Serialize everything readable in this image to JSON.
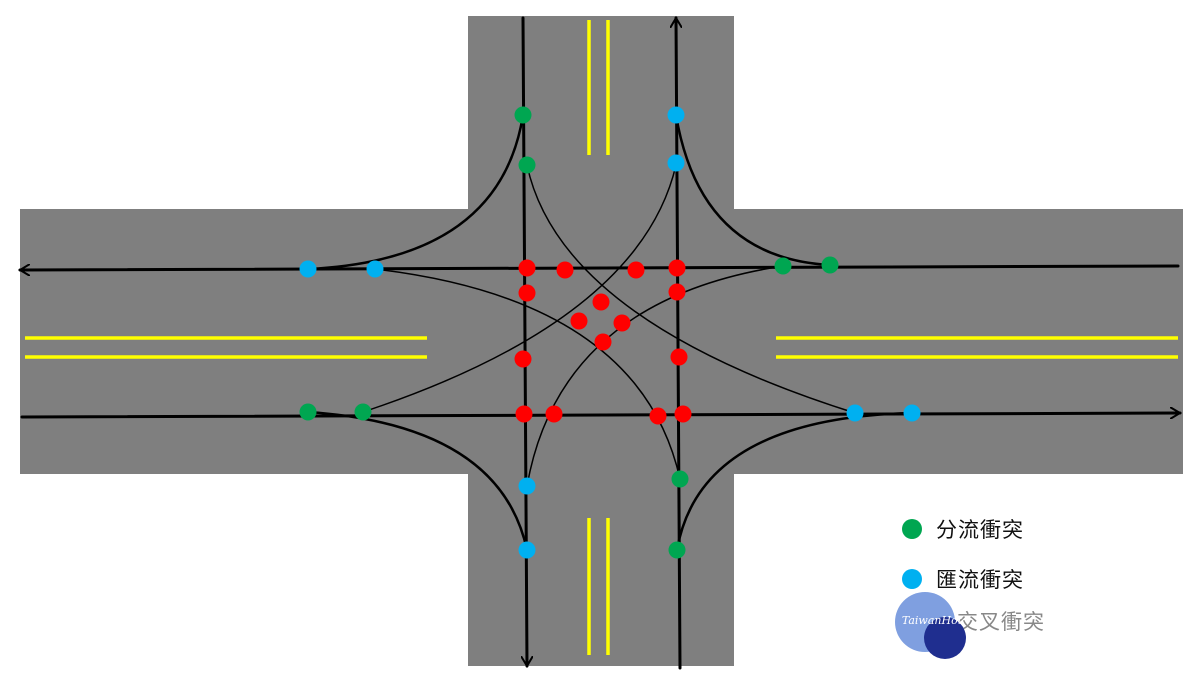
{
  "colors": {
    "road": "#7f7f7f",
    "lane_line": "#ffff00",
    "path": "#000000",
    "diverge": "#00a651",
    "merge": "#00b0f0",
    "crossing": "#ff0000"
  },
  "legend": [
    {
      "id": "diverge",
      "label": "分流衝突",
      "color": "#00a651"
    },
    {
      "id": "merge",
      "label": "匯流衝突",
      "color": "#00b0f0"
    },
    {
      "id": "crossing",
      "label": "交叉衝突",
      "color": "#ff0000"
    }
  ],
  "watermark": {
    "text": "TaiwanHot"
  }
}
